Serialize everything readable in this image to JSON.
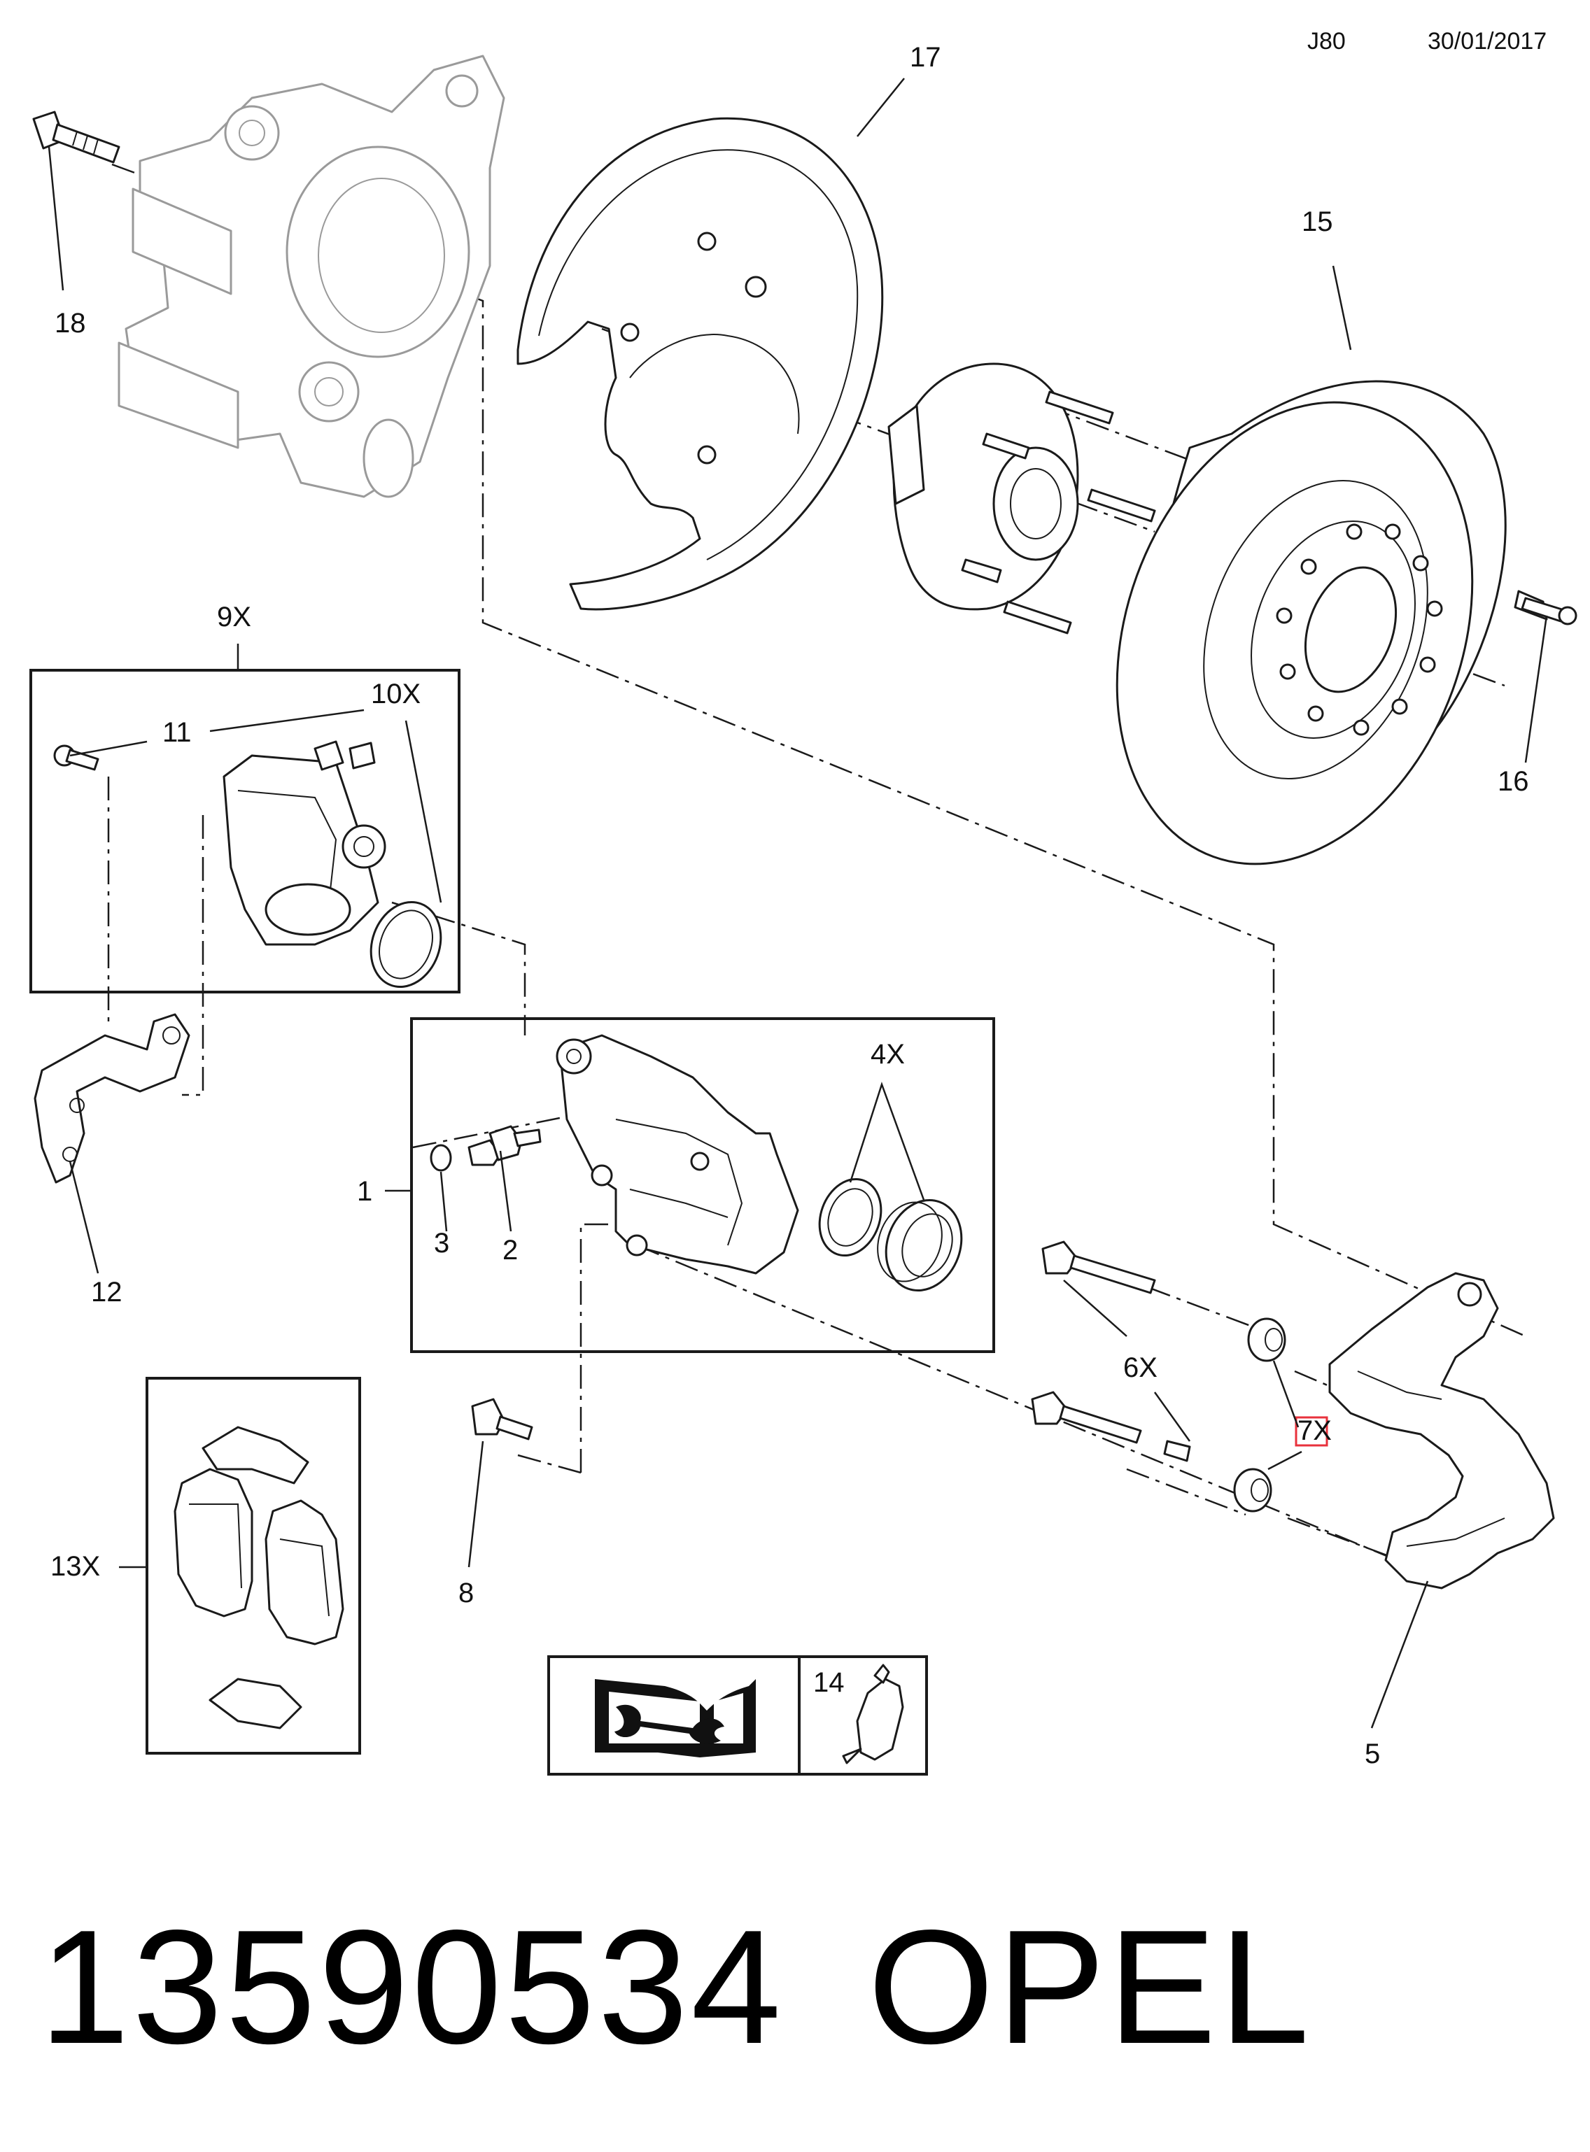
{
  "header": {
    "code": "J80",
    "date": "30/01/2017"
  },
  "footer": {
    "part_number": "13590534",
    "brand": "OPEL"
  },
  "callouts": {
    "c1": "1",
    "c2": "2",
    "c3": "3",
    "c4": "4X",
    "c5": "5",
    "c6": "6X",
    "c7": "7X",
    "c8": "8",
    "c9": "9X",
    "c10": "10X",
    "c11": "11",
    "c12": "12",
    "c13": "13X",
    "c14": "14",
    "c15": "15",
    "c16": "16",
    "c17": "17",
    "c18": "18"
  },
  "colors": {
    "highlight": "#e8323c",
    "line": "#1a1a1a",
    "ghost": "#9a9a9a"
  },
  "icons": {
    "manual": "service-manual-icon",
    "lubricant": "grease-tube-icon"
  }
}
